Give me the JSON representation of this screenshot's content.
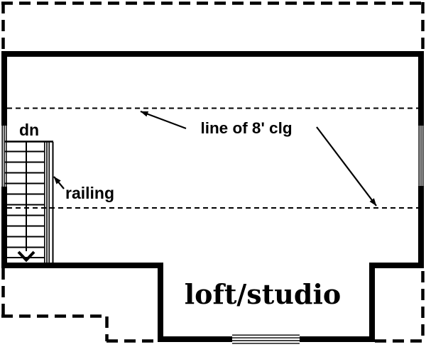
{
  "plan": {
    "labels": {
      "stair_direction": "dn",
      "railing": "railing",
      "ceiling_line": "line of 8' clg",
      "room_name": "loft/studio"
    },
    "colors": {
      "ink": "#000000",
      "paper": "#ffffff"
    }
  }
}
